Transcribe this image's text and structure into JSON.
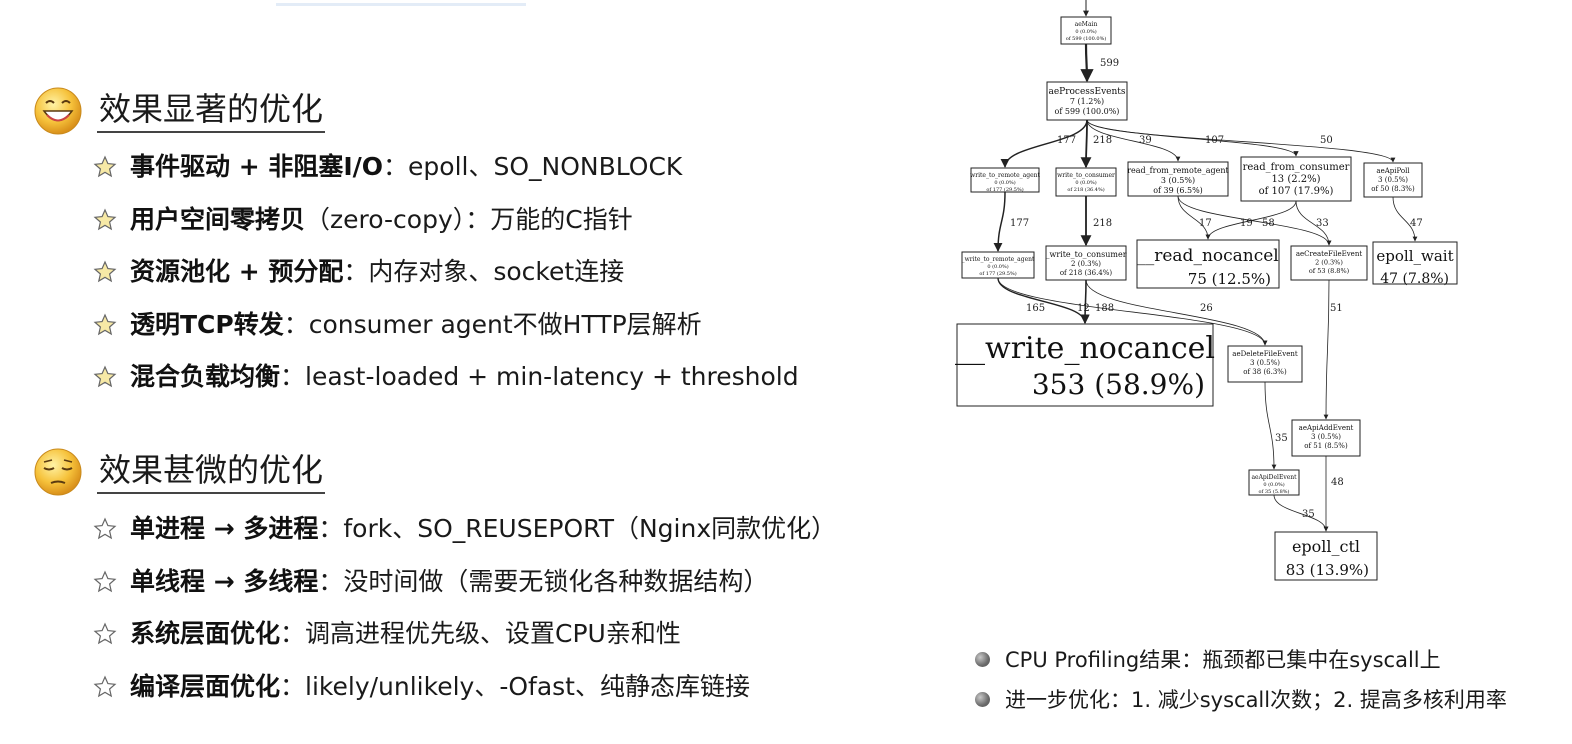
{
  "sections": [
    {
      "title": "效果显著的优化",
      "emoji": "grinning-face-icon",
      "items": [
        {
          "strong": "事件驱动 + 非阻塞I/O",
          "text": "：epoll、SO_NONBLOCK"
        },
        {
          "strong": "用户空间零拷贝",
          "text": "（zero-copy）：万能的C指针"
        },
        {
          "strong": "资源池化 + 预分配",
          "text": "：内存对象、socket连接"
        },
        {
          "strong": "透明TCP转发",
          "text": "：consumer agent不做HTTP层解析"
        },
        {
          "strong": "混合负载均衡",
          "text": "：least-loaded + min-latency + threshold"
        }
      ]
    },
    {
      "title": "效果甚微的优化",
      "emoji": "pensive-face-icon",
      "items": [
        {
          "strong": "单进程 → 多进程",
          "text": "：fork、SO_REUSEPORT（Nginx同款优化）"
        },
        {
          "strong": "单线程 → 多线程",
          "text": "：没时间做（需要无锁化各种数据结构）"
        },
        {
          "strong": "系统层面优化",
          "text": "：调高进程优先级、设置CPU亲和性"
        },
        {
          "strong": "编译层面优化",
          "text": "：likely/unlikely、-Ofast、纯静态库链接"
        }
      ]
    }
  ],
  "profile_graph": {
    "nodes": [
      {
        "id": "aeMain",
        "lines": [
          "aeMain",
          "0 (0.0%)",
          "of 599 (100.0%)"
        ]
      },
      {
        "id": "aeProcessEvents",
        "lines": [
          "aeProcessEvents",
          "7 (1.2%)",
          "of 599 (100.0%)"
        ]
      },
      {
        "id": "write_to_remote_agent",
        "lines": [
          "write_to_remote_agent",
          "0 (0.0%)",
          "of 177 (29.5%)"
        ]
      },
      {
        "id": "write_to_consumer",
        "lines": [
          "write_to_consumer",
          "0 (0.0%)",
          "of 218 (36.4%)"
        ]
      },
      {
        "id": "read_from_remote_agent",
        "lines": [
          "read_from_remote_agent",
          "3 (0.5%)",
          "of 39 (6.5%)"
        ]
      },
      {
        "id": "read_from_consumer",
        "lines": [
          "read_from_consumer",
          "13 (2.2%)",
          "of 107 (17.9%)"
        ]
      },
      {
        "id": "aeApiPoll",
        "lines": [
          "aeApiPoll",
          "3 (0.5%)",
          "of 50 (8.3%)"
        ]
      },
      {
        "id": "_write_to_remote_agent",
        "lines": [
          "_write_to_remote_agent",
          "0 (0.0%)",
          "of 177 (29.5%)"
        ]
      },
      {
        "id": "_write_to_consumer",
        "lines": [
          "_write_to_consumer",
          "2 (0.3%)",
          "of 218 (36.4%)"
        ]
      },
      {
        "id": "__read_nocancel",
        "lines": [
          "__read_nocancel",
          "75 (12.5%)"
        ]
      },
      {
        "id": "aeCreateFileEvent",
        "lines": [
          "aeCreateFileEvent",
          "2 (0.3%)",
          "of 53 (8.8%)"
        ]
      },
      {
        "id": "epoll_wait",
        "lines": [
          "epoll_wait",
          "47 (7.8%)"
        ]
      },
      {
        "id": "__write_nocancel",
        "lines": [
          "__write_nocancel",
          "353 (58.9%)"
        ]
      },
      {
        "id": "aeDeleteFileEvent",
        "lines": [
          "aeDeleteFileEvent",
          "3 (0.5%)",
          "of 38 (6.3%)"
        ]
      },
      {
        "id": "aeApiAddEvent",
        "lines": [
          "aeApiAddEvent",
          "3 (0.5%)",
          "of 51 (8.5%)"
        ]
      },
      {
        "id": "aeApiDelEvent",
        "lines": [
          "aeApiDelEvent",
          "0 (0.0%)",
          "of 35 (5.8%)"
        ]
      },
      {
        "id": "epoll_ctl",
        "lines": [
          "epoll_ctl",
          "83 (13.9%)"
        ]
      }
    ],
    "edges": [
      {
        "from": "aeMain",
        "to": "aeProcessEvents",
        "label": "599"
      },
      {
        "from": "aeProcessEvents",
        "to": "write_to_remote_agent",
        "label": "177"
      },
      {
        "from": "aeProcessEvents",
        "to": "write_to_consumer",
        "label": "218"
      },
      {
        "from": "aeProcessEvents",
        "to": "read_from_remote_agent",
        "label": "39"
      },
      {
        "from": "aeProcessEvents",
        "to": "read_from_consumer",
        "label": "107"
      },
      {
        "from": "aeProcessEvents",
        "to": "aeApiPoll",
        "label": "50"
      },
      {
        "from": "write_to_remote_agent",
        "to": "_write_to_remote_agent",
        "label": "177"
      },
      {
        "from": "write_to_consumer",
        "to": "_write_to_consumer",
        "label": "218"
      },
      {
        "from": "read_from_remote_agent",
        "to": "__read_nocancel",
        "label": "17"
      },
      {
        "from": "read_from_consumer",
        "to": "__read_nocancel",
        "label": "58"
      },
      {
        "from": "read_from_remote_agent",
        "to": "aeCreateFileEvent",
        "label": "19"
      },
      {
        "from": "read_from_consumer",
        "to": "aeCreateFileEvent",
        "label": "33"
      },
      {
        "from": "aeApiPoll",
        "to": "epoll_wait",
        "label": "47"
      },
      {
        "from": "_write_to_remote_agent",
        "to": "__write_nocancel",
        "label": "165"
      },
      {
        "from": "_write_to_consumer",
        "to": "__write_nocancel",
        "label": "188"
      },
      {
        "from": "_write_to_remote_agent",
        "to": "aeDeleteFileEvent",
        "label": "12"
      },
      {
        "from": "_write_to_consumer",
        "to": "aeDeleteFileEvent",
        "label": "26"
      },
      {
        "from": "aeCreateFileEvent",
        "to": "aeApiAddEvent",
        "label": "51"
      },
      {
        "from": "aeDeleteFileEvent",
        "to": "aeApiDelEvent",
        "label": "35"
      },
      {
        "from": "aeApiAddEvent",
        "to": "epoll_ctl",
        "label": "48"
      },
      {
        "from": "aeApiDelEvent",
        "to": "epoll_ctl",
        "label": "35"
      }
    ]
  },
  "notes": [
    "CPU Profiling结果：瓶颈都已集中在syscall上",
    "进一步优化：1. 减少syscall次数；2. 提高多核利用率"
  ]
}
